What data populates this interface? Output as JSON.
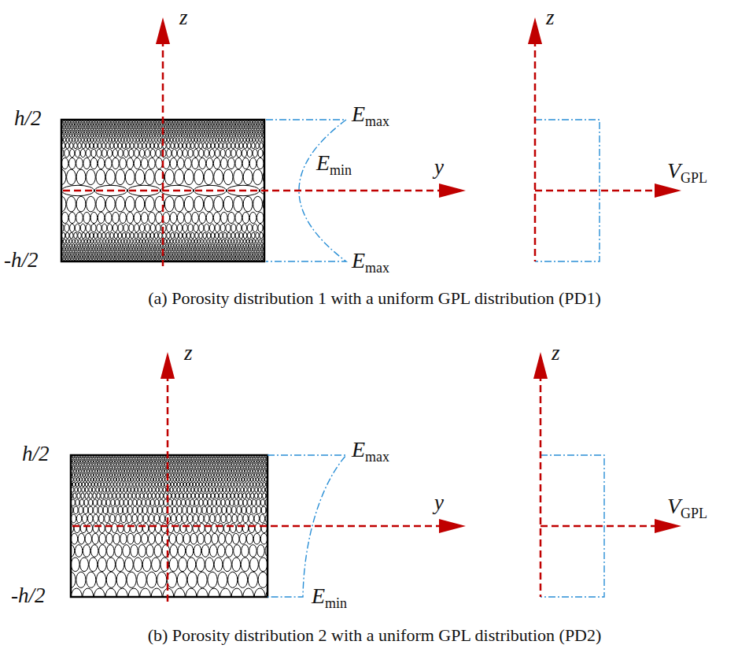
{
  "diagram": {
    "labels": [
      "z",
      "h/2",
      "-h/2",
      "Emax",
      "Emin",
      "y",
      "Emax",
      "z",
      "VGPL",
      "(a) Porosity distribution 1 with a uniform GPL distribution (PD1)",
      "z",
      "h/2",
      "-h/2",
      "Emax",
      "y",
      "Emin",
      "z",
      "VGPL",
      "(b) Porosity distribution 2 with a uniform GPL distribution (PD2)"
    ]
  }
}
